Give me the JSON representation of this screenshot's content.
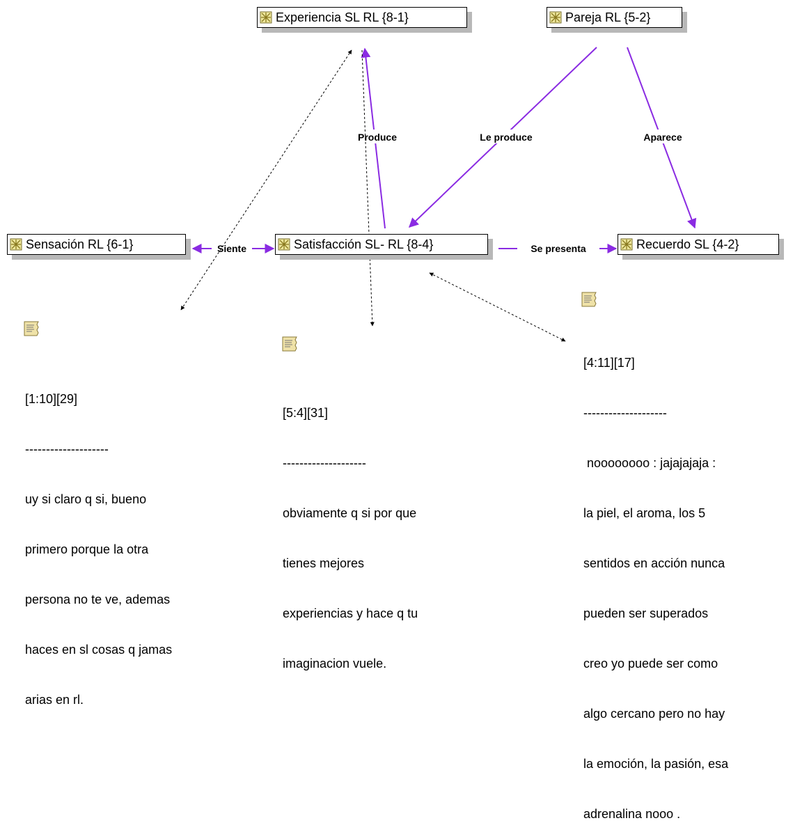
{
  "nodes": {
    "experiencia": "Experiencia SL RL {8-1}",
    "pareja": "Pareja RL {5-2}",
    "sensacion": "Sensación RL {6-1}",
    "satisfaccion": "Satisfacción SL- RL {8-4}",
    "recuerdo": "Recuerdo SL {4-2}"
  },
  "edge_labels": {
    "produce": "Produce",
    "le_produce": "Le produce",
    "aparece": "Aparece",
    "siente": "Siente",
    "se_presenta": "Se presenta"
  },
  "memos": {
    "memo1": {
      "ref": "[1:10][29]",
      "divider": "--------------------",
      "lines": [
        "uy si claro q si, bueno",
        "primero porque la otra",
        "persona no te ve, ademas",
        "haces en sl cosas q jamas",
        "arias en rl."
      ]
    },
    "memo2": {
      "ref": "[5:4][31]",
      "divider": "--------------------",
      "lines": [
        "obviamente q si por que",
        "tienes mejores",
        "experiencias y hace q tu",
        "imaginacion vuele."
      ]
    },
    "memo3": {
      "ref": "[4:11][17]",
      "divider": "--------------------",
      "lines": [
        " noooooooo : jajajajaja :",
        "la piel, el aroma, los 5",
        "sentidos en acción nunca",
        "pueden ser superados",
        "creo yo puede ser como",
        "algo cercano pero no hay",
        "la emoción, la pasión, esa",
        "adrenalina nooo ."
      ]
    }
  },
  "colors": {
    "relation": "#8a2be2",
    "link": "#000000",
    "shadow": "#b8b8b8",
    "icon": "#d8d070"
  },
  "icons": {
    "code": "code-node-icon",
    "memo": "memo-note-icon"
  }
}
